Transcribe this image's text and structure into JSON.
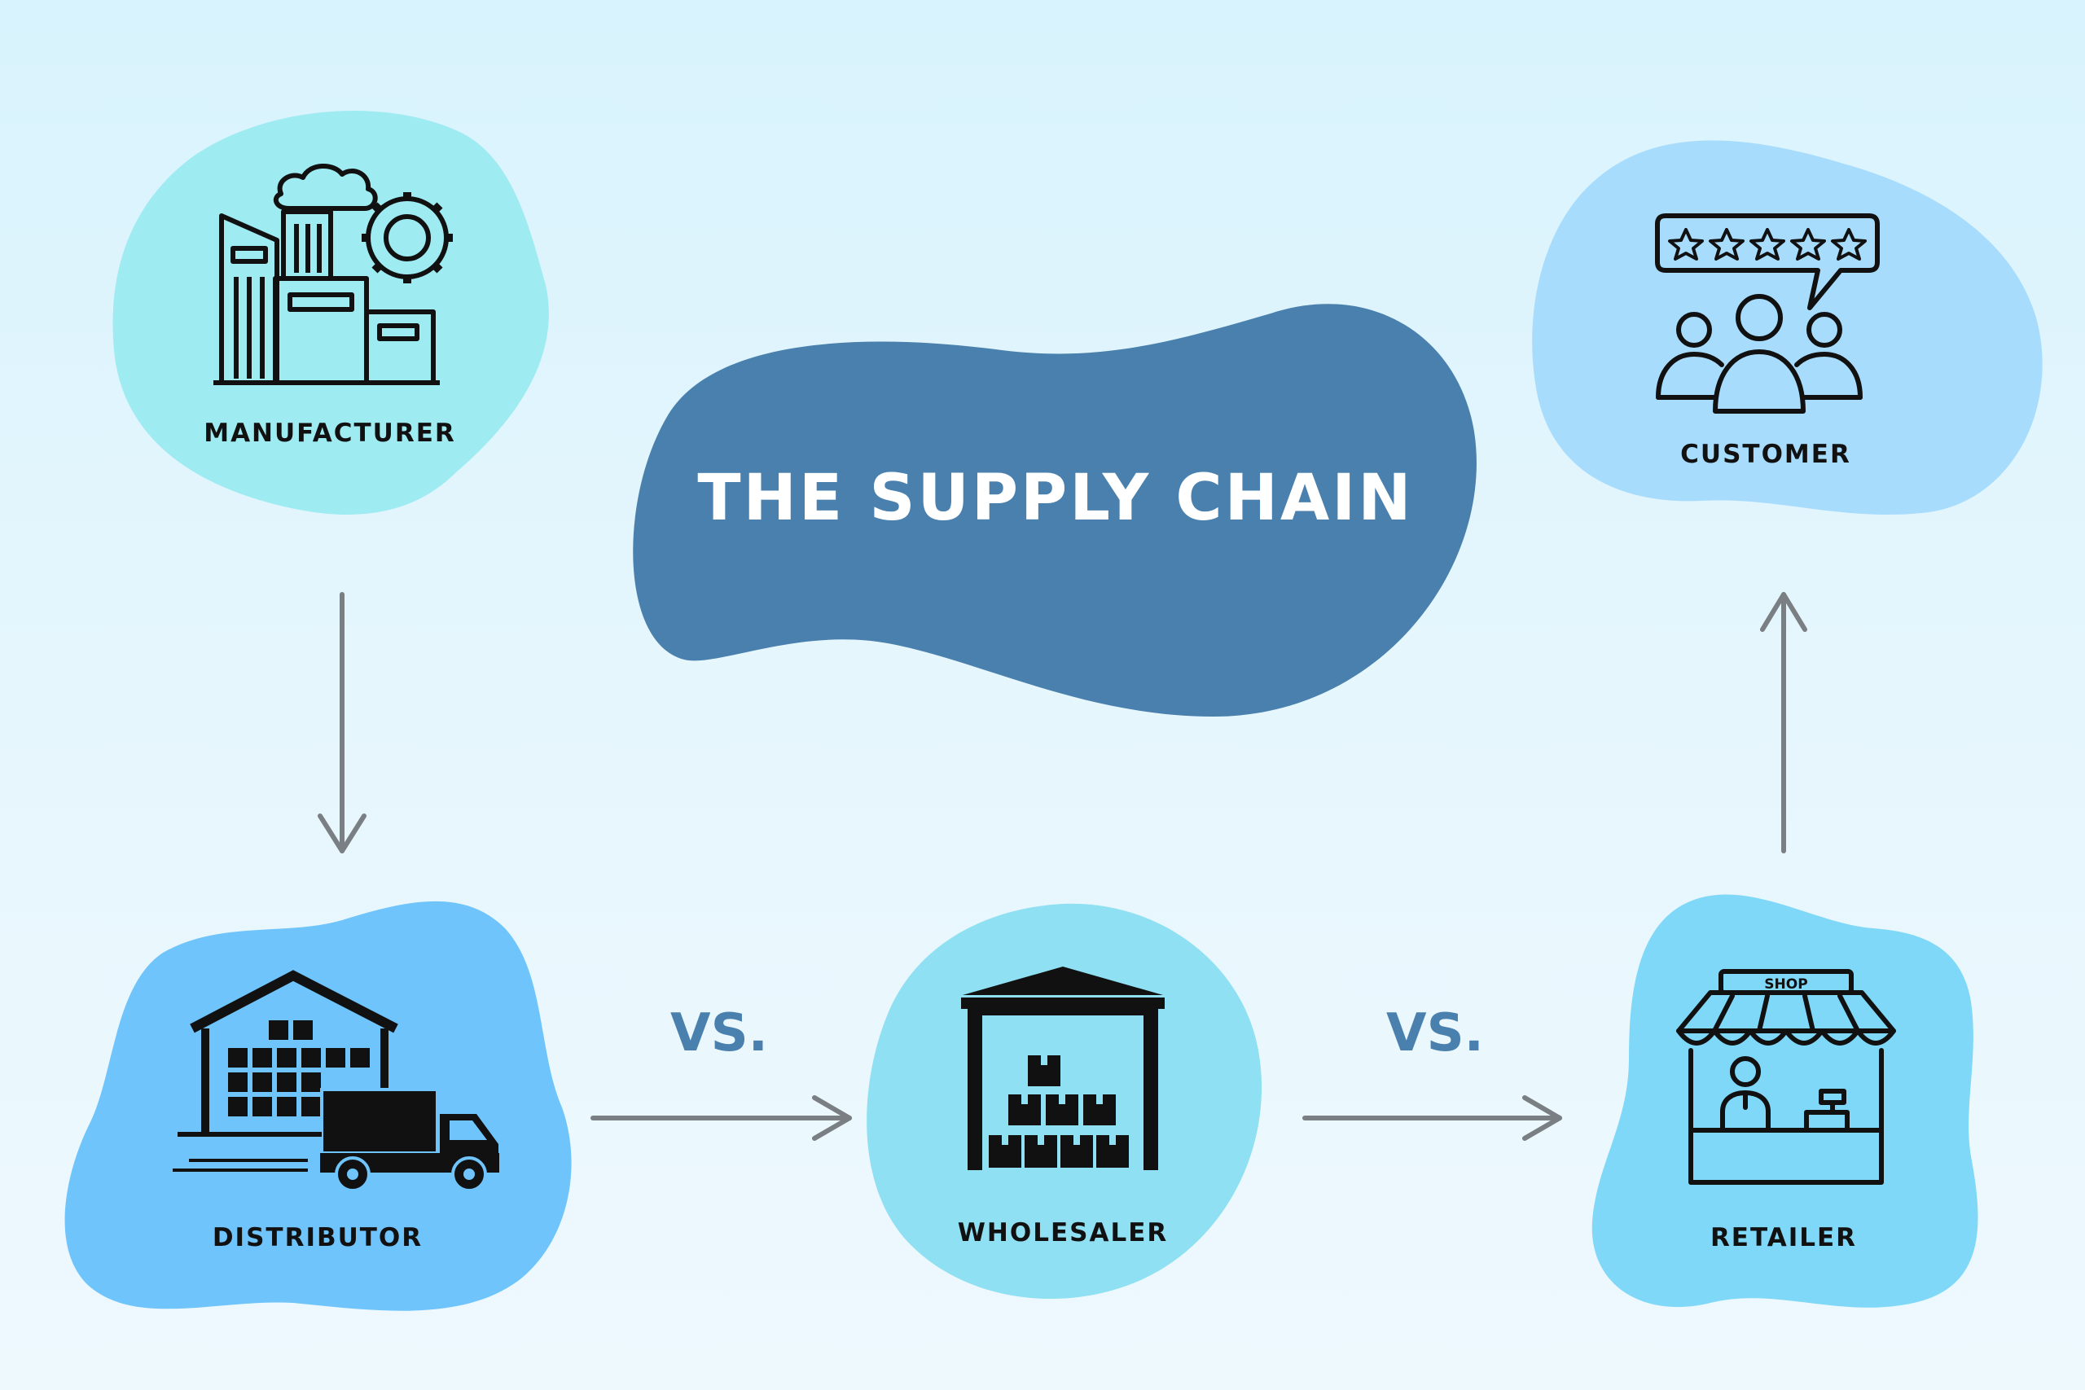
{
  "title": "THE SUPPLY CHAIN",
  "nodes": {
    "manufacturer": {
      "label": "MANUFACTURER",
      "icon": "factory-icon",
      "color": "#9eebf1"
    },
    "customer": {
      "label": "CUSTOMER",
      "icon": "customer-rating-icon",
      "color": "#a7dcfd"
    },
    "distributor": {
      "label": "DISTRIBUTOR",
      "icon": "warehouse-truck-icon",
      "color": "#6ec4fb"
    },
    "wholesaler": {
      "label": "WHOLESALER",
      "icon": "storage-boxes-icon",
      "color": "#8fe0f2"
    },
    "retailer": {
      "label": "RETAILER",
      "icon": "shop-stall-icon",
      "color": "#80d8f8"
    }
  },
  "shop_sign": "SHOP",
  "connectors": [
    {
      "from": "manufacturer",
      "to": "distributor"
    },
    {
      "from": "distributor",
      "to": "wholesaler",
      "label": "VS."
    },
    {
      "from": "wholesaler",
      "to": "retailer",
      "label": "VS."
    },
    {
      "from": "retailer",
      "to": "customer"
    }
  ],
  "colors": {
    "title_blob": "#4a80ad",
    "title_text": "#ffffff",
    "vs_text": "#4a80ad",
    "arrow": "#7a7f84",
    "icon_stroke": "#111111"
  }
}
